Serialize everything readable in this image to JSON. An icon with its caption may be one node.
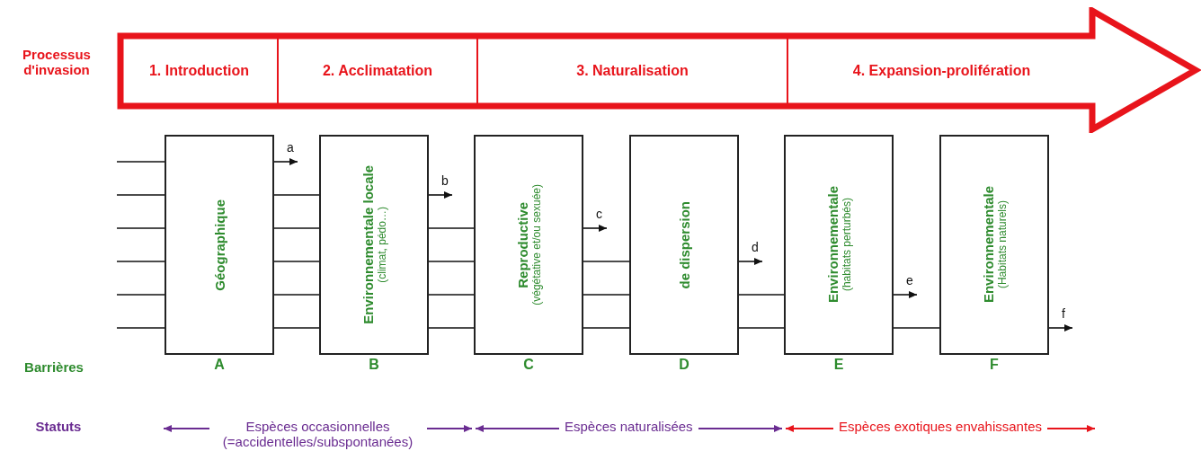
{
  "diagram": {
    "nodes": [
      {
        "text": [],
        "shape": "arrow"
      },
      {
        "text": [
          "1. Introduction"
        ],
        "in": 0
      },
      {
        "text": [
          "2. Acclimatation"
        ],
        "in": 0
      },
      {
        "text": [
          "3. Naturalisation"
        ],
        "in": 0
      },
      {
        "text": [
          "4. Expansion-prolifération"
        ],
        "in": 0
      },
      {
        "text": [
          "Géographique"
        ],
        "beside": [
          "A"
        ]
      },
      {
        "text": [
          "Environnementale locale",
          "(climat, pédo…)"
        ],
        "beside": [
          "B"
        ]
      },
      {
        "text": [
          "Reproductive",
          "(végétative et/ou sexuée)"
        ],
        "beside": [
          "C"
        ]
      },
      {
        "text": [
          "de dispersion"
        ],
        "beside": [
          "D"
        ]
      },
      {
        "text": [
          "Environnementale",
          "(habitats perturbés)"
        ],
        "beside": [
          "E"
        ]
      },
      {
        "text": [
          "Environnementale",
          "(Habitats naturels)"
        ],
        "beside": [
          "F"
        ]
      }
    ],
    "edges": [
      {
        "from": null,
        "to": 5,
        "arrow": "none"
      },
      {
        "from": null,
        "to": 5,
        "arrow": "none"
      },
      {
        "from": null,
        "to": 5,
        "arrow": "none"
      },
      {
        "from": null,
        "to": 5,
        "arrow": "none"
      },
      {
        "from": null,
        "to": 5,
        "arrow": "none"
      },
      {
        "from": null,
        "to": 5,
        "arrow": "none"
      },
      {
        "from": 5,
        "to": null,
        "arrow": "to",
        "label": "a"
      },
      {
        "from": 5,
        "to": 6,
        "arrow": "none"
      },
      {
        "from": 5,
        "to": 6,
        "arrow": "none"
      },
      {
        "from": 5,
        "to": 6,
        "arrow": "none"
      },
      {
        "from": 5,
        "to": 6,
        "arrow": "none"
      },
      {
        "from": 5,
        "to": 6,
        "arrow": "none"
      },
      {
        "from": 6,
        "to": null,
        "arrow": "to",
        "label": "b"
      },
      {
        "from": 6,
        "to": 7,
        "arrow": "none"
      },
      {
        "from": 6,
        "to": 7,
        "arrow": "none"
      },
      {
        "from": 6,
        "to": 7,
        "arrow": "none"
      },
      {
        "from": 6,
        "to": 7,
        "arrow": "none"
      },
      {
        "from": 7,
        "to": null,
        "arrow": "to",
        "label": "c"
      },
      {
        "from": 7,
        "to": 8,
        "arrow": "none"
      },
      {
        "from": 7,
        "to": 8,
        "arrow": "none"
      },
      {
        "from": 7,
        "to": 8,
        "arrow": "none"
      },
      {
        "from": 8,
        "to": null,
        "arrow": "to",
        "label": "d"
      },
      {
        "from": 8,
        "to": 9,
        "arrow": "none"
      },
      {
        "from": 8,
        "to": 9,
        "arrow": "none"
      },
      {
        "from": 9,
        "to": null,
        "arrow": "to",
        "label": "e"
      },
      {
        "from": 9,
        "to": 10,
        "arrow": "none"
      },
      {
        "from": 10,
        "to": null,
        "arrow": "to",
        "label": "f"
      }
    ],
    "labels": [
      "Processus d'invasion",
      "Barrières",
      "Statuts",
      "Espèces occasionnelles (=accidentelles/subspontanées)",
      "Espèces naturalisées",
      "Espèces exotiques envahissantes"
    ]
  }
}
